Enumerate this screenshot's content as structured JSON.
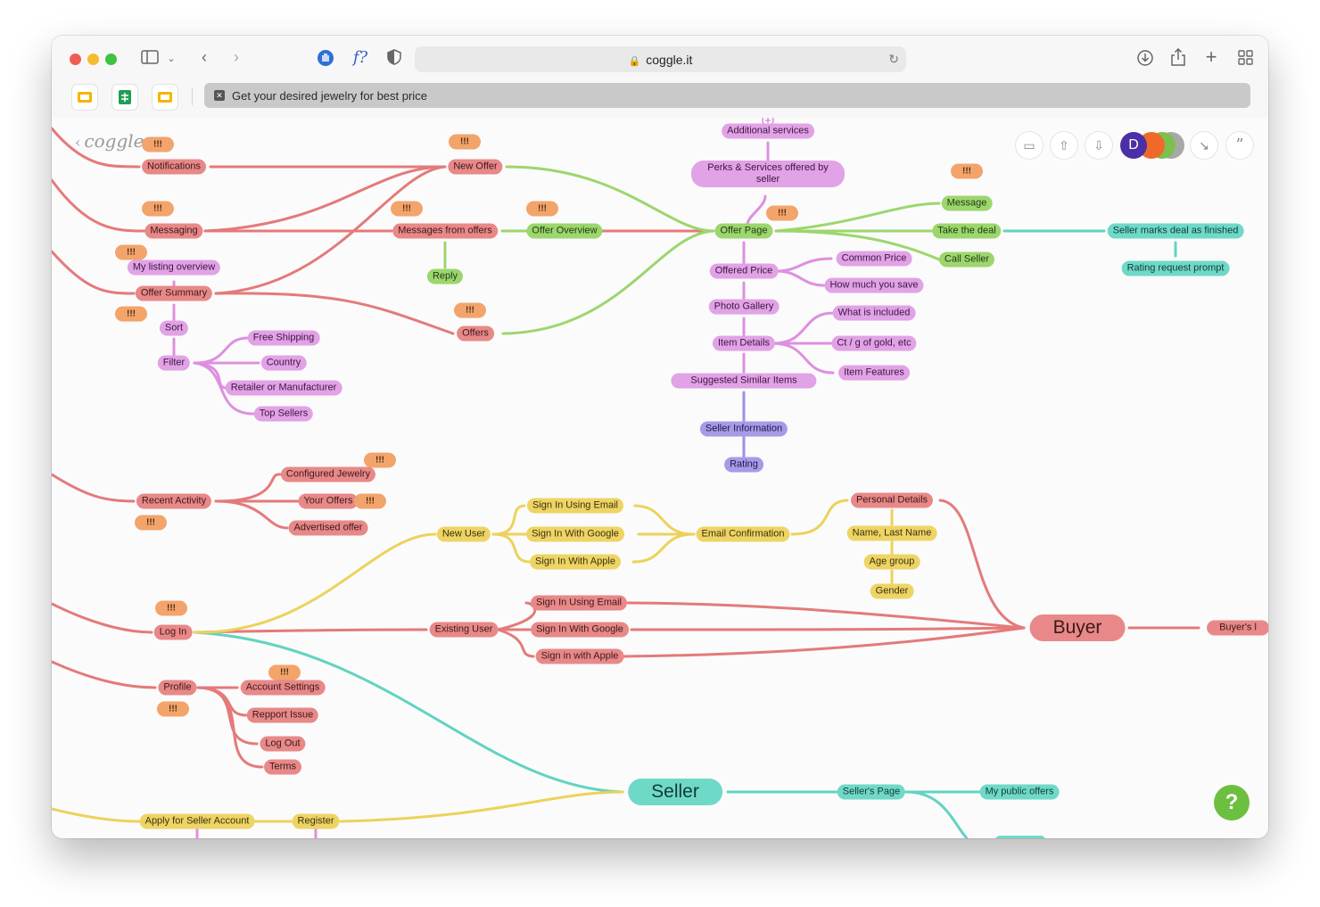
{
  "browser": {
    "url": "coggle.it",
    "tab_title": "Get your desired jewelry for best price",
    "fx_label": "f?"
  },
  "app": {
    "logo": "coggle",
    "avatar_initial": "D",
    "help": "?"
  },
  "badge_text": "!!!",
  "nodes": {
    "additional_services": "Additional services",
    "perks": "Perks & Services offered by seller",
    "offer_page": "Offer Page",
    "message": "Message",
    "take_the_deal": "Take the deal",
    "seller_marks_finished": "Seller marks deal as finished",
    "rating_request_prompt": "Rating request prompt",
    "call_seller": "Call Seller",
    "offered_price": "Offered Price",
    "common_price": "Common Price",
    "how_much_you_save": "How much you save",
    "photo_gallery": "Photo Gallery",
    "item_details": "Item Details",
    "what_is_included": "What is included",
    "ct_gold": "Ct / g of gold, etc",
    "item_features": "Item Features",
    "suggested_similar": "Suggested Similar Items",
    "seller_information": "Seller Information",
    "rating": "Rating",
    "notifications": "Notifications",
    "new_offer": "New Offer",
    "messaging": "Messaging",
    "messages_from_offers": "Messages from offers",
    "offer_overview": "Offer Overview",
    "reply": "Reply",
    "my_listing_overview": "My listing overview",
    "offer_summary": "Offer Summary",
    "offers": "Offers",
    "sort": "Sort",
    "filter": "Filter",
    "free_shipping": "Free Shipping",
    "country": "Country",
    "retailer": "Retailer or Manufacturer",
    "top_sellers": "Top Sellers",
    "recent_activity": "Recent Activity",
    "configured_jewelry": "Configured Jewelry",
    "your_offers": "Your Offers",
    "advertised_offer": "Advertised offer",
    "new_user": "New User",
    "sign_in_email_1": "Sign In Using Email",
    "sign_in_google_1": "Sign In With Google",
    "sign_in_apple_1": "Sign In With Apple",
    "email_confirmation": "Email Confirmation",
    "personal_details": "Personal Details",
    "name_last_name": "Name, Last Name",
    "age_group": "Age group",
    "gender": "Gender",
    "log_in": "Log In",
    "existing_user": "Existing User",
    "sign_in_email_2": "Sign In Using Email",
    "sign_in_google_2": "Sign In With Google",
    "sign_in_apple_2": "Sign in with Apple",
    "buyer": "Buyer",
    "buyers_cut": "Buyer's l",
    "profile": "Profile",
    "account_settings": "Account Settings",
    "report_issue": "Repport Issue",
    "log_out": "Log Out",
    "terms": "Terms",
    "seller": "Seller",
    "sellers_page": "Seller's Page",
    "my_public_offers": "My public offers",
    "apply_seller_account": "Apply for Seller Account",
    "register": "Register"
  },
  "colors": {
    "red": "#e47a7a",
    "green": "#9cd66d",
    "purple": "#dd90e0",
    "violet": "#9e90e4",
    "yellow": "#ecd25a",
    "teal": "#62d3c1",
    "badge": "#f2a46b"
  }
}
